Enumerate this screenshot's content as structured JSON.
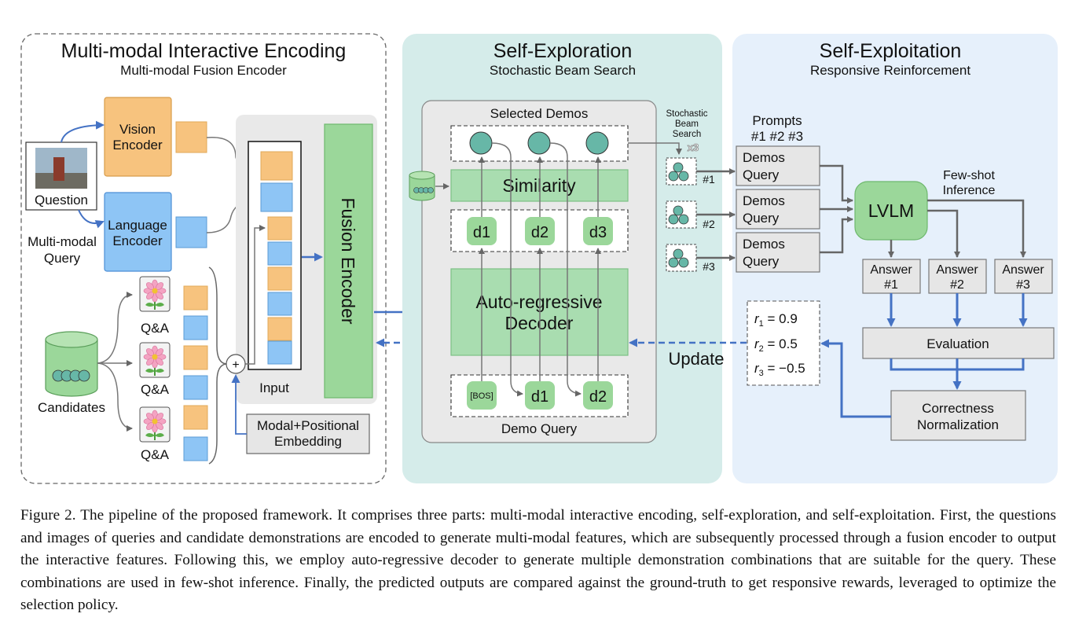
{
  "encoding": {
    "title": "Multi-modal Interactive Encoding",
    "subtitle": "Multi-modal Fusion Encoder",
    "vision_encoder": [
      "Vision",
      "Encoder"
    ],
    "language_encoder": [
      "Language",
      "Encoder"
    ],
    "question_label": "Question",
    "query_label": [
      "Multi-modal",
      "Query"
    ],
    "candidates_label": "Candidates",
    "qa_label": "Q&A",
    "input_label": "Input",
    "fusion_encoder": "Fusion Encoder",
    "plus_symbol": "+",
    "embedding": [
      "Modal+Positional",
      "Embedding"
    ]
  },
  "exploration": {
    "title": "Self-Exploration",
    "subtitle": "Stochastic Beam Search",
    "selected_demos": "Selected Demos",
    "similarity": "Similarity",
    "demos_top": [
      "d1",
      "d2",
      "d3"
    ],
    "decoder": [
      "Auto-regressive",
      "Decoder"
    ],
    "query_tokens": [
      "[BOS]",
      "d1",
      "d2"
    ],
    "demo_query": "Demo Query",
    "beam_search_label": [
      "Stochastic",
      "Beam",
      "Search"
    ],
    "beam_multiplier": "x3",
    "beam_ids": [
      "#1",
      "#2",
      "#3"
    ],
    "update_label": "Update"
  },
  "exploitation": {
    "title": "Self-Exploitation",
    "subtitle": "Responsive Reinforcement",
    "prompts_header": [
      "Prompts",
      "#1 #2 #3"
    ],
    "prompt_lines": [
      "Demos",
      "Query"
    ],
    "lvlm": "LVLM",
    "fewshot_label": [
      "Few-shot",
      "Inference"
    ],
    "answers": [
      {
        "label": "Answer",
        "id": "#1"
      },
      {
        "label": "Answer",
        "id": "#2"
      },
      {
        "label": "Answer",
        "id": "#3"
      }
    ],
    "rewards": [
      {
        "var": "r",
        "sub": "1",
        "rest": " = 0.9"
      },
      {
        "var": "r",
        "sub": "2",
        "rest": " = 0.5"
      },
      {
        "var": "r",
        "sub": "3",
        "rest": " = −0.5"
      }
    ],
    "evaluation": "Evaluation",
    "normalization": [
      "Correctness",
      "Normalization"
    ]
  },
  "caption": "Figure 2. The pipeline of the proposed framework. It comprises three parts: multi-modal interactive encoding, self-exploration, and self-exploitation. First, the questions and images of queries and candidate demonstrations are encoded to generate multi-modal features, which are subsequently processed through a fusion encoder to output the interactive features. Following this, we employ auto-regressive decoder to generate multiple demonstration combinations that are suitable for the query. These combinations are used in few-shot inference. Finally, the predicted outputs are compared against the ground-truth to get responsive rewards, leveraged to optimize the selection policy.",
  "colors": {
    "orange": "#f7c37e",
    "blue": "#8ec5f5",
    "green": "#9bd79a",
    "teal_circle": "#67b7a7",
    "arrow_blue": "#4472c4",
    "panel_teal": "#d5ecea",
    "panel_blue": "#e6f0fb"
  }
}
